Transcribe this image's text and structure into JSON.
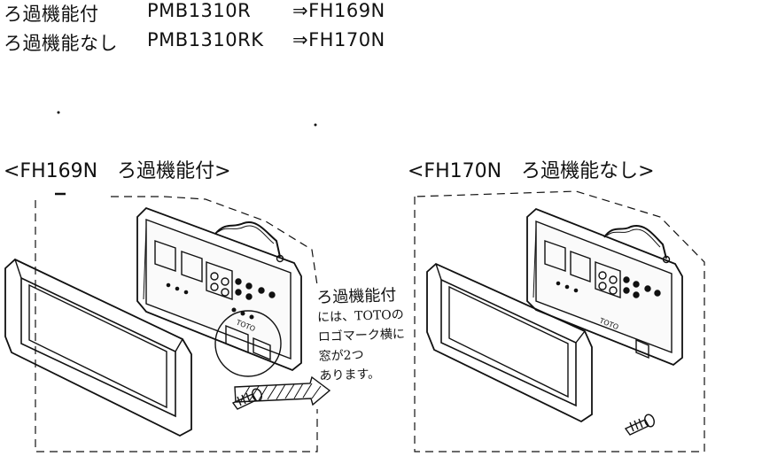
{
  "header": {
    "rows": [
      {
        "name": "ろ過機能付",
        "model": "PMB1310R",
        "part": "⇒FH169N"
      },
      {
        "name": "ろ過機能なし",
        "model": "PMB1310RK",
        "part": "⇒FH170N"
      }
    ]
  },
  "panels": {
    "left_title": "<FH169N　ろ過機能付>",
    "right_title": "<FH170N　ろ過機能なし>",
    "brand_mark": "TOTO"
  },
  "note": {
    "lines": [
      "ろ過機能付",
      "には、TOTOの",
      "ロゴマーク横に",
      "窓が2つ",
      "あります。"
    ]
  }
}
